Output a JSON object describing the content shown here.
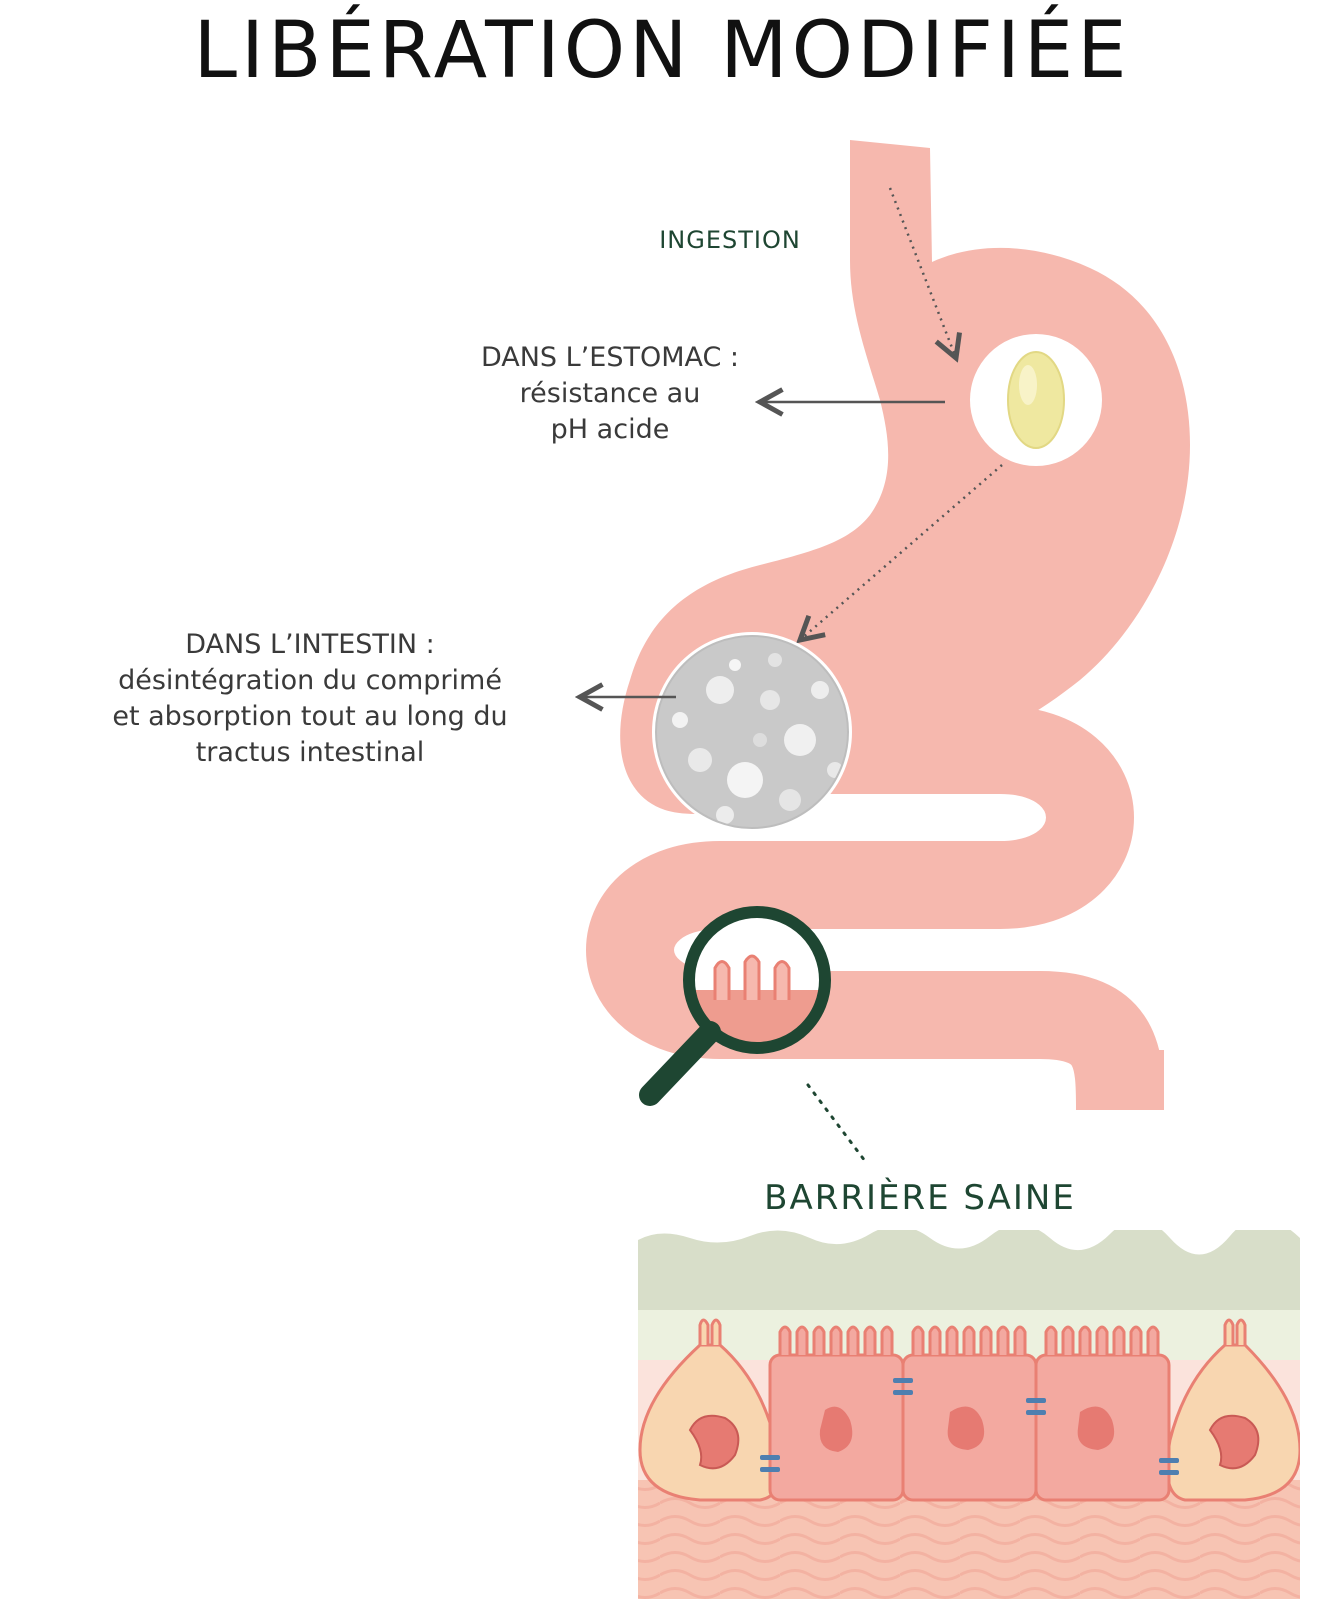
{
  "title": "LIBÉRATION MODIFIÉE",
  "labels": {
    "ingestion": "INGESTION",
    "stomach_heading": "DANS L’ESTOMAC :",
    "stomach_line1": "résistance au",
    "stomach_line2": "pH acide",
    "intestine_heading": "DANS L’INTESTIN :",
    "intestine_line1": "désintégration du comprimé",
    "intestine_line2": "et absorption tout au long du",
    "intestine_line3": "tractus intestinal",
    "barrier": "BARRIÈRE SAINE"
  },
  "colors": {
    "organ": "#f6b8ae",
    "accent_green": "#1e4632",
    "capsule": "#efe8a0",
    "cell": "#f3a9a0",
    "cell_outline": "#e98073",
    "nucleus": "#e67a72",
    "goblet": "#f8d6b0",
    "mucus_top": "#d8dec9",
    "mucus_light": "#ecf1df",
    "junction": "#4e7fb0"
  },
  "icons": {
    "capsule": "capsule-icon",
    "magnifier": "magnifying-glass-icon",
    "powder": "disintegrated-tablet-image"
  }
}
